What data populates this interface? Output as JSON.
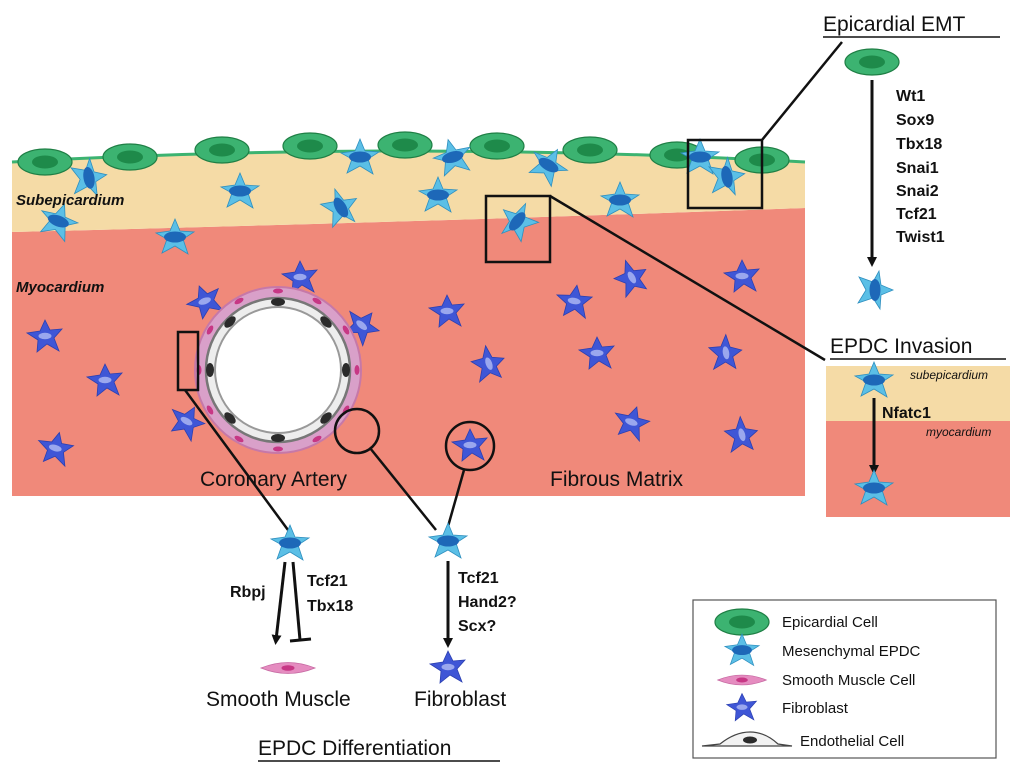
{
  "titles": {
    "emt": "Epicardial EMT",
    "invasion": "EPDC Invasion",
    "differentiation": "EPDC Differentiation"
  },
  "layers": {
    "subepicardium": "Subepicardium",
    "myocardium": "Myocardium",
    "coronary_artery": "Coronary Artery",
    "fibrous_matrix": "Fibrous Matrix"
  },
  "emt_genes": [
    "Wt1",
    "Sox9",
    "Tbx18",
    "Snai1",
    "Snai2",
    "Tcf21",
    "Twist1"
  ],
  "invasion_panel": {
    "top_label": "subepicardium",
    "bottom_label": "myocardium",
    "gene": "Nfatc1"
  },
  "smooth_muscle_path": {
    "activator": "Rbpj",
    "inhibitors": [
      "Tcf21",
      "Tbx18"
    ],
    "outcome": "Smooth Muscle"
  },
  "fibroblast_path": {
    "genes": [
      "Tcf21",
      "Hand2?",
      "Scx?"
    ],
    "outcome": "Fibroblast"
  },
  "legend": [
    {
      "label": "Epicardial Cell",
      "icon": "epicardial-cell-icon"
    },
    {
      "label": "Mesenchymal EPDC",
      "icon": "mesenchymal-epdc-icon"
    },
    {
      "label": "Smooth Muscle Cell",
      "icon": "smooth-muscle-cell-icon"
    },
    {
      "label": "Fibroblast",
      "icon": "fibroblast-icon"
    },
    {
      "label": "Endothelial Cell",
      "icon": "endothelial-cell-icon"
    }
  ],
  "colors": {
    "epicardium_green": "#3cb371",
    "nucleus_dark_green": "#1e8a4a",
    "subepicardium_tan": "#f5dba6",
    "myocardium_salmon": "#f0897a",
    "epdc_light_blue": "#5bbfe6",
    "epdc_nucleus_blue": "#1d68b8",
    "fibroblast_blue": "#3f56d6",
    "fibroblast_nucleus": "#9aa7ee",
    "smooth_muscle_pink": "#e58cc0",
    "smooth_muscle_nucleus": "#c73785"
  }
}
